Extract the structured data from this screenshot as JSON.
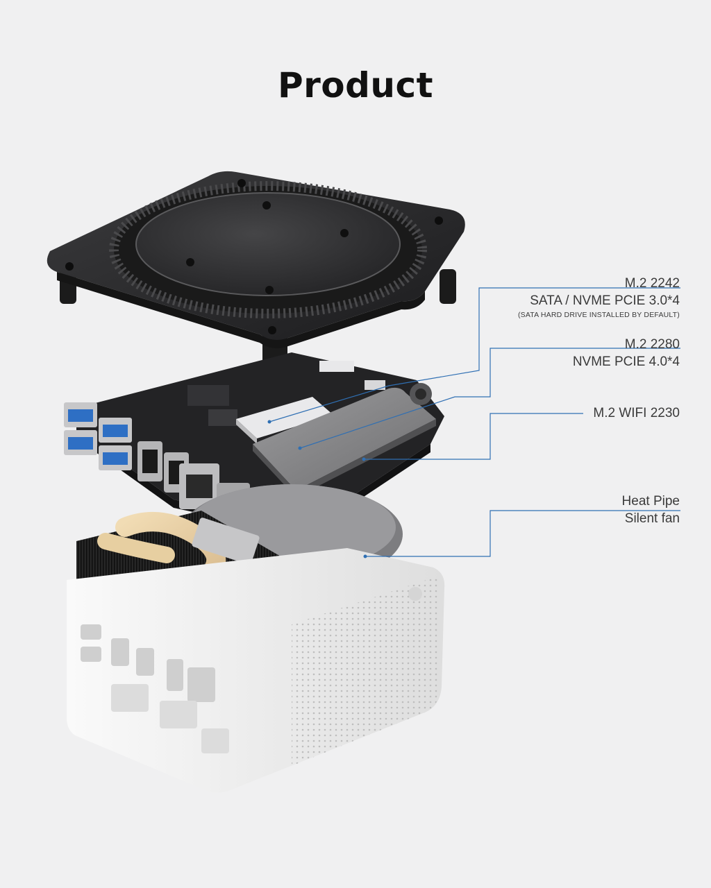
{
  "title": "Product",
  "colors": {
    "background": "#f0f0f1",
    "callout_line": "#2f6fb3",
    "title_text": "#111111",
    "label_text": "#3a3a3a"
  },
  "callouts": [
    {
      "line1": "M.2 2242",
      "line2": "SATA / NVME PCIE 3.0*4",
      "note": "(SATA HARD DRIVE INSTALLED BY DEFAULT)"
    },
    {
      "line1": "M.2 2280",
      "line2": "NVME PCIE 4.0*4"
    },
    {
      "line1": "M.2 WIFI 2230"
    },
    {
      "line1": "Heat Pipe",
      "line2": "Silent fan"
    }
  ]
}
